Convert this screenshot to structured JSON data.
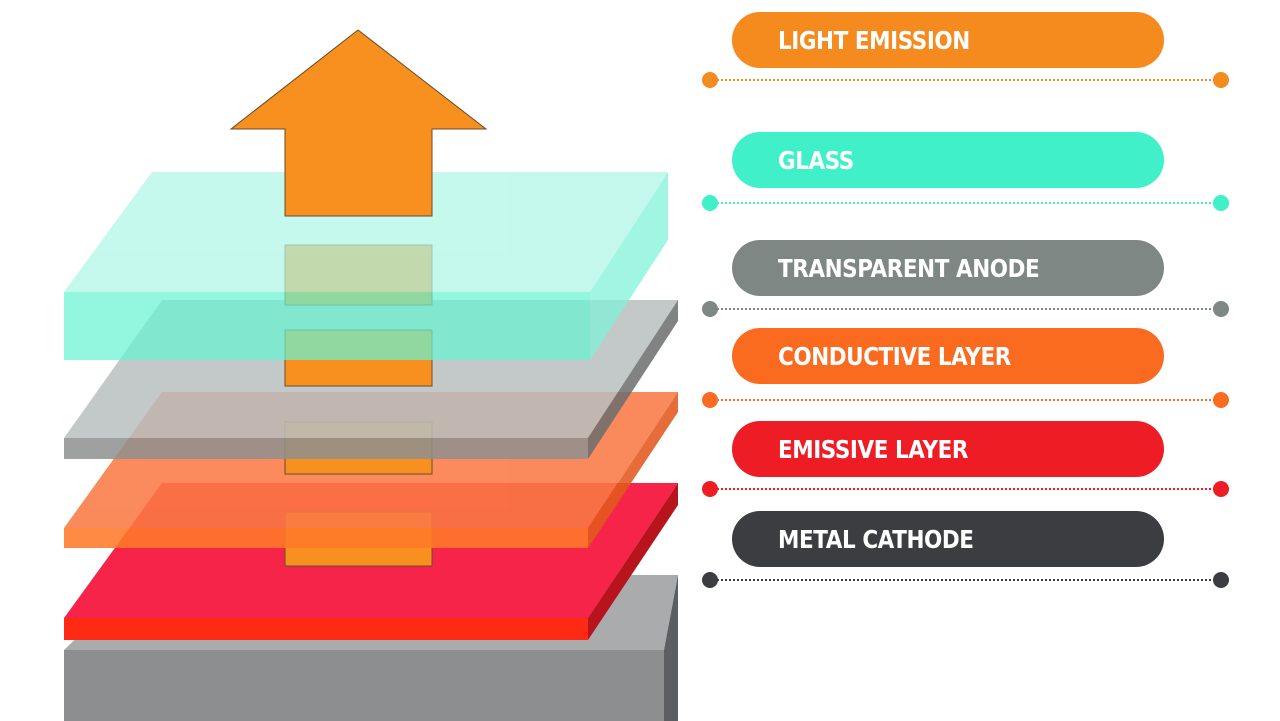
{
  "legend": {
    "items": [
      {
        "key": "light-emission",
        "label": "LIGHT EMISSION",
        "color": "#F58A1F"
      },
      {
        "key": "glass",
        "label": "GLASS",
        "color": "#3FF0C8"
      },
      {
        "key": "transparent-anode",
        "label": "TRANSPARENT ANODE",
        "color": "#7F8785"
      },
      {
        "key": "conductive-layer",
        "label": "CONDUCTIVE LAYER",
        "color": "#FA6A1F"
      },
      {
        "key": "emissive-layer",
        "label": "EMISSIVE LAYER",
        "color": "#EE1C25"
      },
      {
        "key": "metal-cathode",
        "label": "METAL CATHODE",
        "color": "#3B3D40"
      }
    ]
  },
  "diagram": {
    "arrow_color": "#F7901E",
    "layers": [
      {
        "key": "metal-cathode",
        "top": "#A9ABAD",
        "front": "#8C8E90",
        "side": "#5C5E61"
      },
      {
        "key": "emissive-layer",
        "top": "#F7244A",
        "front": "#FF2A14",
        "side": "#B8141E"
      },
      {
        "key": "conductive-layer",
        "top": "#FA7A45",
        "front": "#FF7A2A",
        "side": "#E35A1E"
      },
      {
        "key": "transparent-anode",
        "top": "#B9C0BF",
        "front": "#8E9190",
        "side": "#6A6E6D"
      },
      {
        "key": "glass",
        "top": "#AEF6E6",
        "front": "#69F5D2",
        "side": "#7EF3D8"
      }
    ]
  }
}
